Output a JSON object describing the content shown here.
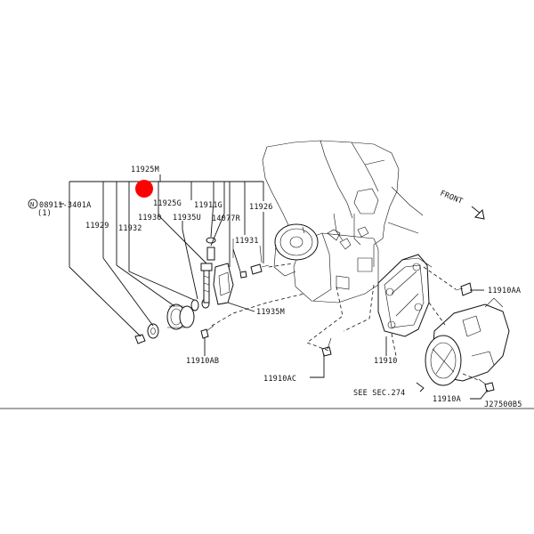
{
  "labels": {
    "p11925M": "11925M",
    "p08911": "08911-3401A",
    "p08911_qty": "(1)",
    "p11929": "11929",
    "p11932": "11932",
    "p11930": "11930",
    "p11925G": "11925G",
    "p11935U": "11935U",
    "p11911G": "11911G",
    "p14077R": "14077R",
    "p11926": "11926",
    "p11931": "11931",
    "p11935M": "11935M",
    "p11910AB": "11910AB",
    "p11910AC": "11910AC",
    "p11910": "11910",
    "p11910AA": "11910AA",
    "p11910A": "11910A",
    "see_sec": "SEE SEC.274",
    "front": "FRONT",
    "diagram_code": "J27500B5",
    "nut_symbol": "N"
  },
  "colors": {
    "line": "#111111",
    "highlight": "#ff0000",
    "background": "#ffffff"
  }
}
